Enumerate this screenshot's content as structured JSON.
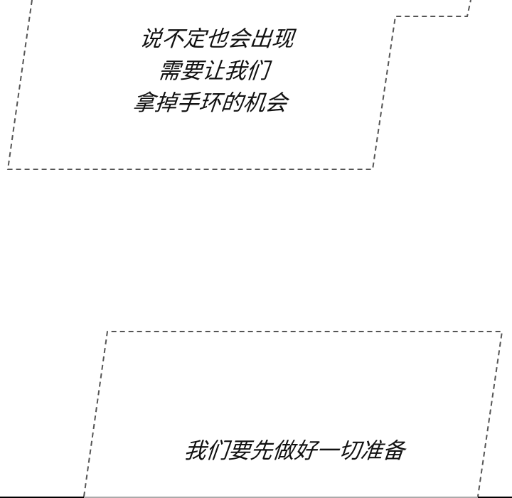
{
  "panel": {
    "background": "#ffffff",
    "border_color": "#555555",
    "bottom_edge_dark": "#000000",
    "bottom_edge_light": "#aaaaaa"
  },
  "box1": {
    "lines": [
      "说不定也会出现",
      "需要让我们",
      "拿掉手环的机会"
    ]
  },
  "box2": {
    "text": "我们要先做好一切准备"
  }
}
